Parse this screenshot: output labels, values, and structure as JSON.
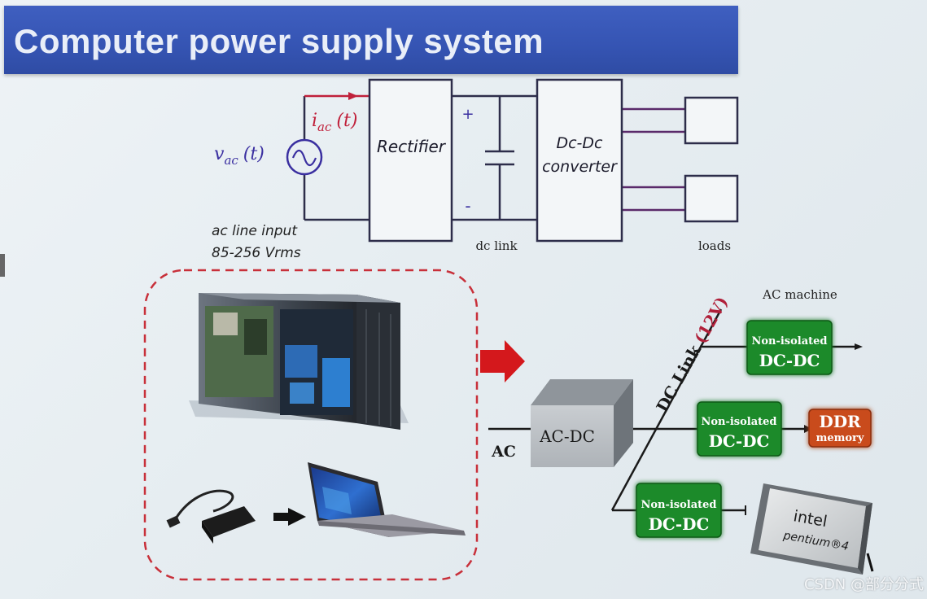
{
  "title": "Computer power supply system",
  "circuit": {
    "vac_main": "v",
    "vac_sub": "ac",
    "vac_tail": "(t)",
    "iac_main": "i",
    "iac_sub": "ac",
    "iac_tail": "(t)",
    "rectifier": "Rectifier",
    "plus": "+",
    "minus": "-",
    "converter_line1": "Dc-Dc",
    "converter_line2": "converter",
    "ac_line_input": "ac line input",
    "voltage_range": "85-256 Vrms",
    "dc_link": "dc link",
    "loads": "loads"
  },
  "system": {
    "ac_machine": "AC machine",
    "dc_link_label": "DC Link",
    "dc_link_voltage": "(12V)",
    "ac_dc_block": "AC-DC",
    "ac_input": "AC",
    "converters": [
      {
        "line1": "Non-isolated",
        "line2": "DC-DC"
      },
      {
        "line1": "Non-isolated",
        "line2": "DC-DC"
      },
      {
        "line1": "Non-isolated",
        "line2": "DC-DC"
      }
    ],
    "ddr_line1": "DDR",
    "ddr_line2": "memory",
    "cpu_brand": "intel",
    "cpu_model": "pentium®4"
  },
  "watermark": "CSDN @部分分式",
  "colors": {
    "title_bar": "#3554b3",
    "wire": "#2d2d4a",
    "dcdc_green": "#1a8a2a",
    "ddr_orange": "#c94b1c",
    "red_arrow": "#d4181c",
    "dashed_border": "#c8303a",
    "vac_blue": "#3a2fa0",
    "iac_red": "#c0203a"
  }
}
